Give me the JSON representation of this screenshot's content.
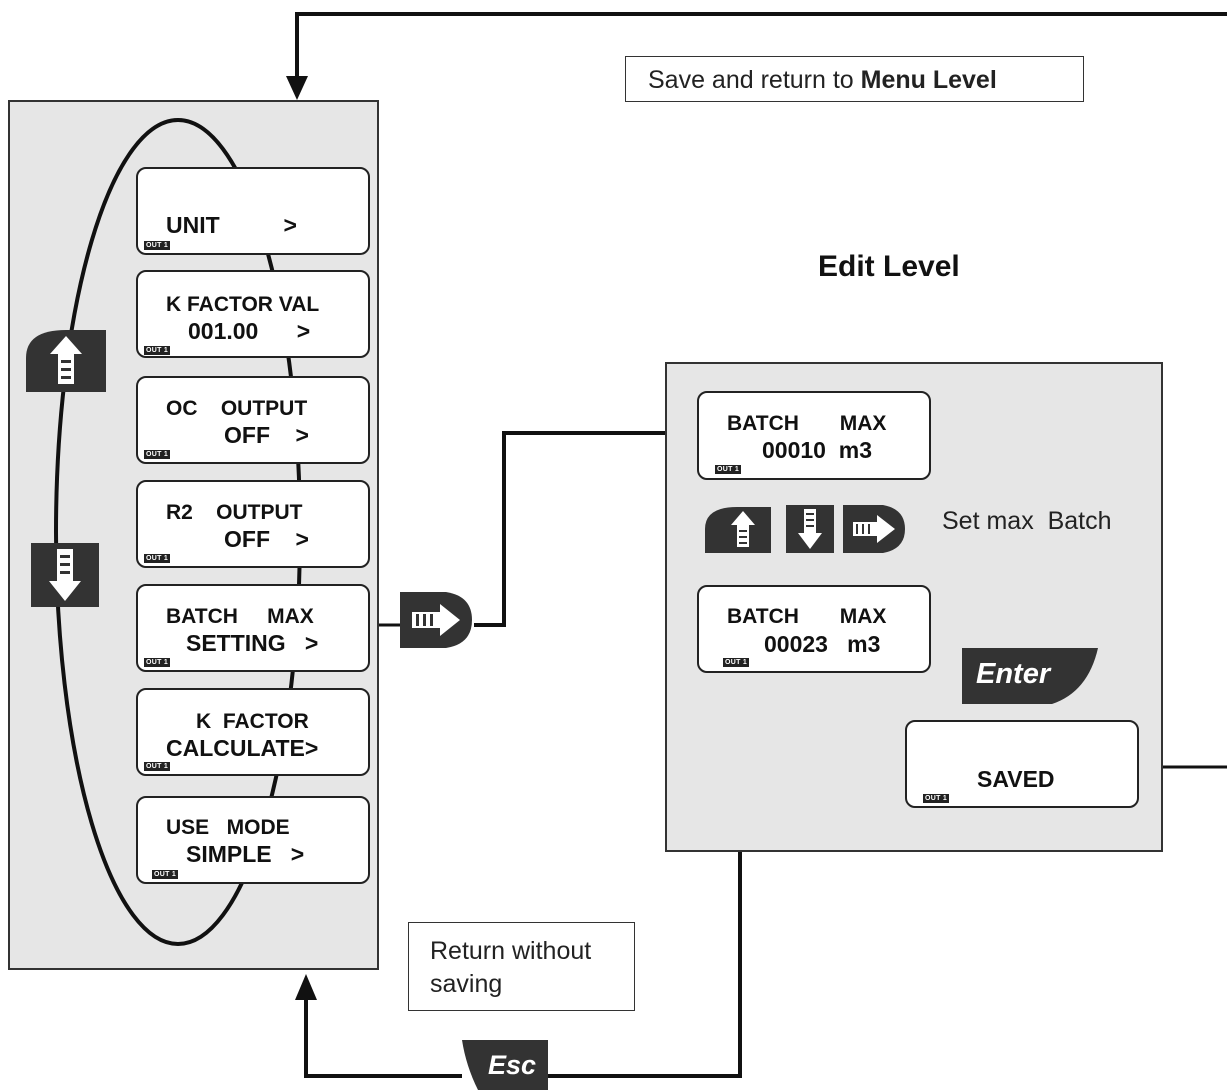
{
  "top_note": {
    "prefix": "Save and return to ",
    "bold": "Menu Level"
  },
  "edit_level_title": "Edit Level",
  "bottom_note": {
    "line1": "Return without",
    "line2": "saving"
  },
  "set_max_label": "Set max  Batch",
  "menu_items": [
    {
      "line1": "",
      "line2": "UNIT          >",
      "tag": "OUT 1"
    },
    {
      "line1": "K FACTOR VAL",
      "line2": "001.00      >",
      "tag": "OUT 1"
    },
    {
      "line1": "OC    OUTPUT",
      "line2": "OFF    >",
      "tag": "OUT 1"
    },
    {
      "line1": "R2    OUTPUT",
      "line2": "OFF    >",
      "tag": "OUT 1"
    },
    {
      "line1": "BATCH     MAX",
      "line2": "SETTING   >",
      "tag": "OUT 1"
    },
    {
      "line1": "K  FACTOR",
      "line2": "CALCULATE>",
      "tag": "OUT 1"
    },
    {
      "line1": "USE   MODE",
      "line2": "SIMPLE   >",
      "tag": "OUT 1"
    }
  ],
  "edit_items": [
    {
      "line1": "BATCH       MAX",
      "line2": "00010  m3",
      "tag": "OUT 1"
    },
    {
      "line1": "BATCH       MAX",
      "line2": "00023   m3",
      "tag": "OUT 1"
    },
    {
      "line1": "",
      "line2": "SAVED",
      "tag": "OUT 1"
    }
  ],
  "buttons": {
    "enter": "Enter",
    "esc": "Esc"
  },
  "colors": {
    "panel": "#e6e6e6",
    "key": "#333333",
    "line": "#111111"
  }
}
